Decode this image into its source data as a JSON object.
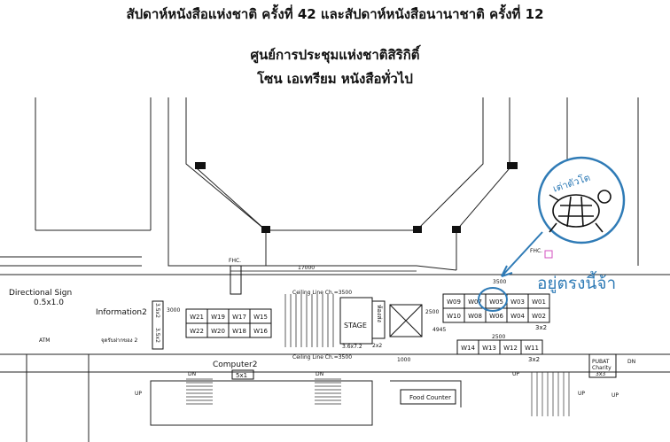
{
  "titles": {
    "line1": "สัปดาห์หนังสือแห่งชาติ ครั้งที่ 42 และสัปดาห์หนังสือนานาชาติ ครั้งที่ 12",
    "line2": "ศูนย์การประชุมแห่งชาติสิริกิติ์",
    "line3": "โซน เอเทรียม หนังสือทั่วไป"
  },
  "labels": {
    "directional_sign": "Directional Sign",
    "directional_sign_size": "0.5x1.0",
    "information": "Information2",
    "info_size": "3.5x2",
    "info_size2": "3.5x2",
    "reception": "จุดรับฝากของ 2",
    "atm": "ATM",
    "computer": "Computer2",
    "computer_size": "5x1",
    "stage": "STAGE",
    "stage_size": "3.6x7.2",
    "stage_side_text": "ห้องส่ง",
    "stage_side_size": "2x2",
    "ceiling_top": "Ceiling Line Ch.=3500",
    "ceiling_bottom": "Ceiling Line Ch.=3500",
    "dim_17000": "17000",
    "dim_3000": "3000",
    "dim_2500a": "2500",
    "dim_2500b": "2500",
    "dim_4945": "4945",
    "dim_1000": "1000",
    "dim_3500": "3500",
    "fhc1": "FHC.",
    "fhc2": "FHC.",
    "size_3x2a": "3x2",
    "size_3x2b": "3x2",
    "pubat": "PUBAT",
    "charity": "Charity",
    "charity_size": "3x3",
    "food_counter": "Food Counter",
    "dn1": "DN",
    "dn2": "DN",
    "dn3": "DN",
    "up1": "UP",
    "up2": "UP",
    "up3": "UP",
    "up4": "UP"
  },
  "booths_left": {
    "row1": [
      "W21",
      "W19",
      "W17",
      "W15"
    ],
    "row2": [
      "W22",
      "W20",
      "W18",
      "W16"
    ]
  },
  "booths_right": {
    "row1": [
      "W09",
      "W07",
      "W05",
      "W03",
      "W01"
    ],
    "row2": [
      "W10",
      "W08",
      "W06",
      "W04",
      "W02"
    ],
    "row3": [
      "W14",
      "W13",
      "W12",
      "W11"
    ]
  },
  "annotation": {
    "turtle_label": "เต่าตัวโต",
    "here_text": "อยู่ตรงนี้จ้า",
    "highlight_booth": "W05",
    "color": "#2f7bb6"
  }
}
